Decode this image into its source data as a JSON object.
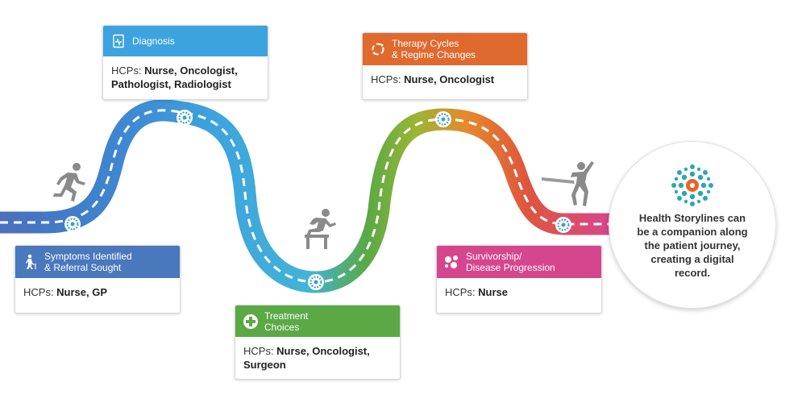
{
  "colors": {
    "road_blue": "#4a78bd",
    "road_lightblue": "#3da3de",
    "road_green": "#5aa945",
    "road_orange": "#e0692e",
    "road_magenta": "#d6468e",
    "checkpoint": "#3aa0c8",
    "figure_gray": "#8a8a8a"
  },
  "stages": {
    "symptoms": {
      "title": "Symptoms Identified\n& Referral Sought",
      "hcp_label": "HCPs: ",
      "hcps": "Nurse, GP",
      "icon": "person-walking-cane-icon"
    },
    "diagnosis": {
      "title": "Diagnosis",
      "hcp_label": "HCPs: ",
      "hcps": "Nurse, Oncologist,\nPathologist, Radiologist",
      "icon": "clipboard-chart-icon"
    },
    "treatment": {
      "title": "Treatment\nChoices",
      "hcp_label": "HCPs: ",
      "hcps": "Nurse, Oncologist,\nSurgeon",
      "icon": "medical-cross-icon"
    },
    "therapy": {
      "title": "Therapy Cycles\n& Regime Changes",
      "hcp_label": "HCPs: ",
      "hcps": "Nurse, Oncologist",
      "icon": "cycle-arrows-icon"
    },
    "survivorship": {
      "title": "Survivorship/\nDisease Progression",
      "hcp_label": "HCPs: ",
      "hcps": "Nurse",
      "icon": "cells-icon"
    }
  },
  "companion": {
    "text": "Health Storylines can\nbe a companion along\nthe patient journey,\ncreating a digital\nrecord.",
    "icon": "health-storylines-logo-icon"
  },
  "figures": [
    "running-person-icon",
    "hurdle-jumping-person-icon",
    "finish-line-person-icon"
  ]
}
